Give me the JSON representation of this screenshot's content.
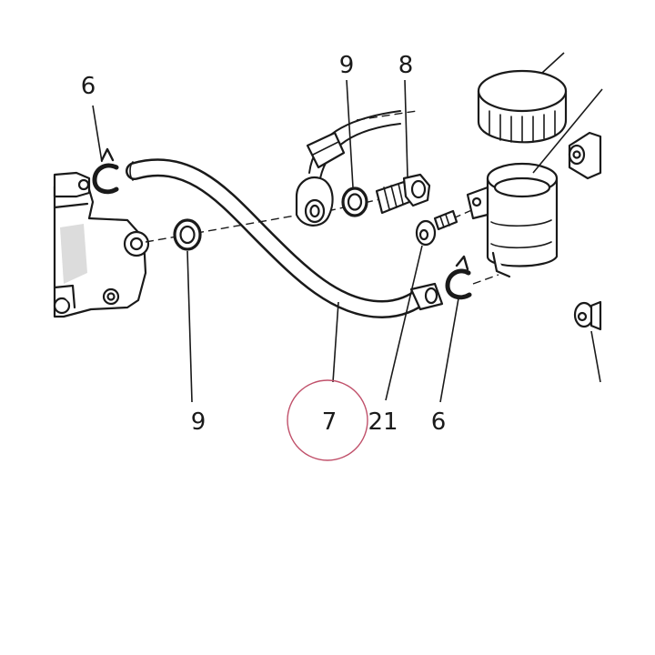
{
  "diagram": {
    "callouts": [
      {
        "id": "callout-6-left",
        "text": "6"
      },
      {
        "id": "callout-9-top",
        "text": "9"
      },
      {
        "id": "callout-8",
        "text": "8"
      },
      {
        "id": "callout-9-bottom",
        "text": "9"
      },
      {
        "id": "callout-7",
        "text": "7"
      },
      {
        "id": "callout-21",
        "text": "21"
      },
      {
        "id": "callout-6-right",
        "text": "6"
      }
    ],
    "highlight": {
      "color": "#c0506a"
    }
  }
}
